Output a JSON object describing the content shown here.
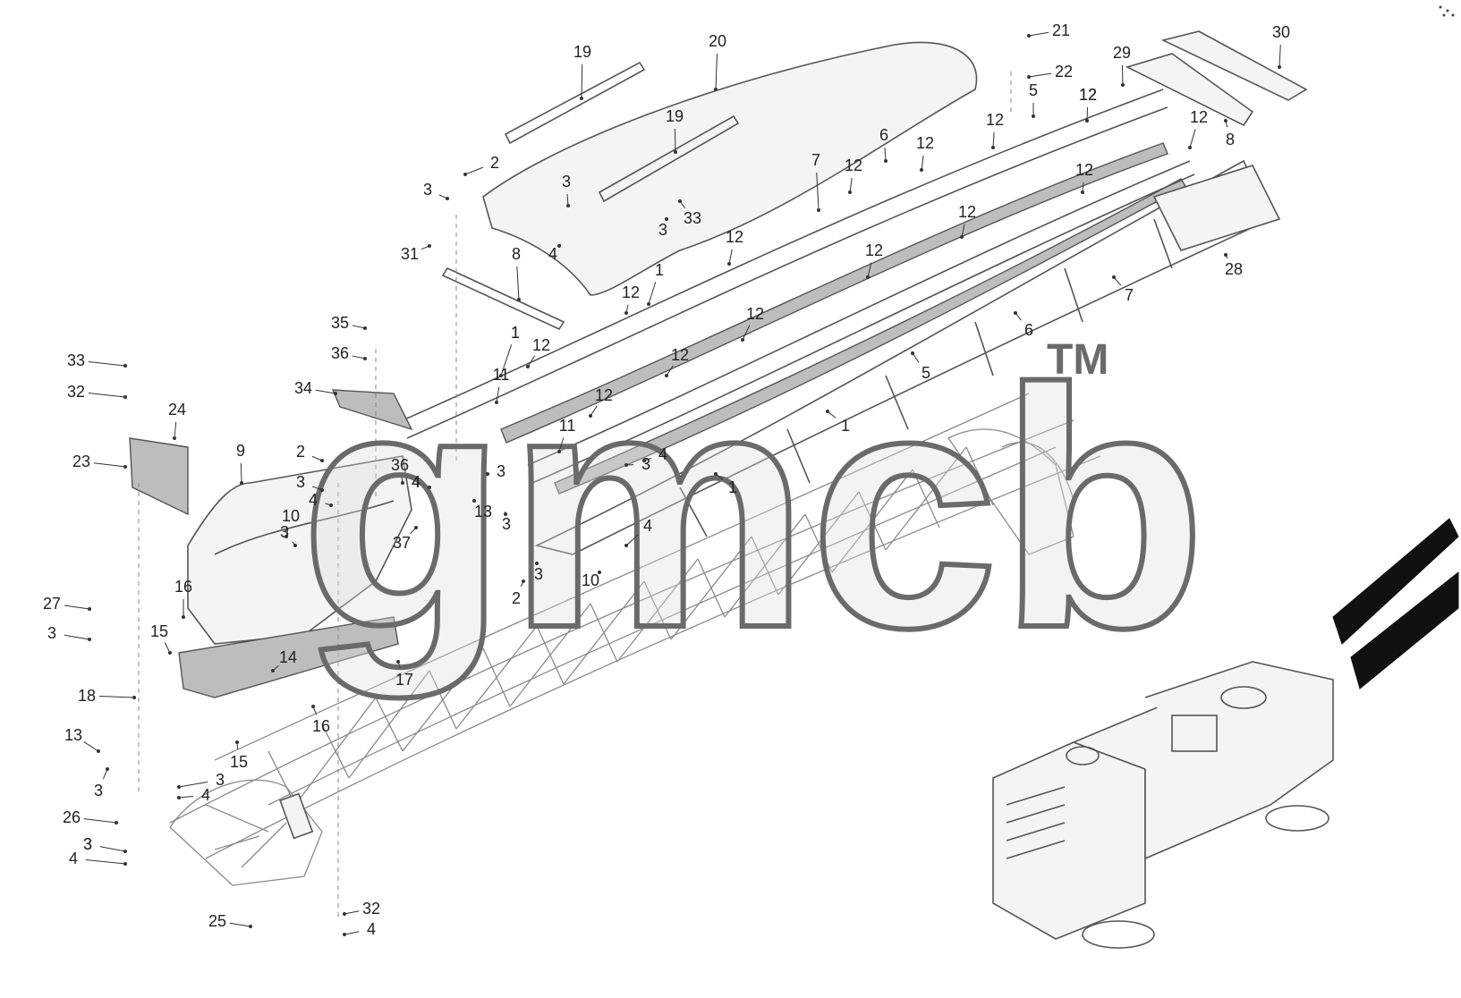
{
  "watermark": {
    "text": "gmcb",
    "trademark": "TM"
  },
  "callouts": [
    {
      "label": "1"
    },
    {
      "label": "1"
    },
    {
      "label": "1"
    },
    {
      "label": "1"
    },
    {
      "label": "1"
    },
    {
      "label": "2"
    },
    {
      "label": "2"
    },
    {
      "label": "2"
    },
    {
      "label": "3"
    },
    {
      "label": "3"
    },
    {
      "label": "3"
    },
    {
      "label": "3"
    },
    {
      "label": "3"
    },
    {
      "label": "3"
    },
    {
      "label": "3"
    },
    {
      "label": "3"
    },
    {
      "label": "3"
    },
    {
      "label": "3"
    },
    {
      "label": "3"
    },
    {
      "label": "3"
    },
    {
      "label": "3"
    },
    {
      "label": "3"
    },
    {
      "label": "4"
    },
    {
      "label": "4"
    },
    {
      "label": "4"
    },
    {
      "label": "4"
    },
    {
      "label": "4"
    },
    {
      "label": "4"
    },
    {
      "label": "4"
    },
    {
      "label": "4"
    },
    {
      "label": "4"
    },
    {
      "label": "5"
    },
    {
      "label": "5"
    },
    {
      "label": "6"
    },
    {
      "label": "6"
    },
    {
      "label": "7"
    },
    {
      "label": "7"
    },
    {
      "label": "8"
    },
    {
      "label": "8"
    },
    {
      "label": "9"
    },
    {
      "label": "10"
    },
    {
      "label": "10"
    },
    {
      "label": "11"
    },
    {
      "label": "11"
    },
    {
      "label": "12"
    },
    {
      "label": "12"
    },
    {
      "label": "12"
    },
    {
      "label": "12"
    },
    {
      "label": "12"
    },
    {
      "label": "12"
    },
    {
      "label": "12"
    },
    {
      "label": "12"
    },
    {
      "label": "12"
    },
    {
      "label": "12"
    },
    {
      "label": "12"
    },
    {
      "label": "12"
    },
    {
      "label": "12"
    },
    {
      "label": "12"
    },
    {
      "label": "12"
    },
    {
      "label": "13"
    },
    {
      "label": "13"
    },
    {
      "label": "14"
    },
    {
      "label": "15"
    },
    {
      "label": "15"
    },
    {
      "label": "16"
    },
    {
      "label": "16"
    },
    {
      "label": "17"
    },
    {
      "label": "18"
    },
    {
      "label": "19"
    },
    {
      "label": "19"
    },
    {
      "label": "20"
    },
    {
      "label": "21"
    },
    {
      "label": "22"
    },
    {
      "label": "23"
    },
    {
      "label": "24"
    },
    {
      "label": "25"
    },
    {
      "label": "26"
    },
    {
      "label": "27"
    },
    {
      "label": "28"
    },
    {
      "label": "29"
    },
    {
      "label": "30"
    },
    {
      "label": "31"
    },
    {
      "label": "32"
    },
    {
      "label": "32"
    },
    {
      "label": "33"
    },
    {
      "label": "33"
    },
    {
      "label": "34"
    },
    {
      "label": "35"
    },
    {
      "label": "36"
    },
    {
      "label": "36"
    },
    {
      "label": "37"
    }
  ],
  "colors": {
    "line": "#555555",
    "watermark": "#dddddd",
    "watermark_stroke": "#6a6a6a"
  }
}
